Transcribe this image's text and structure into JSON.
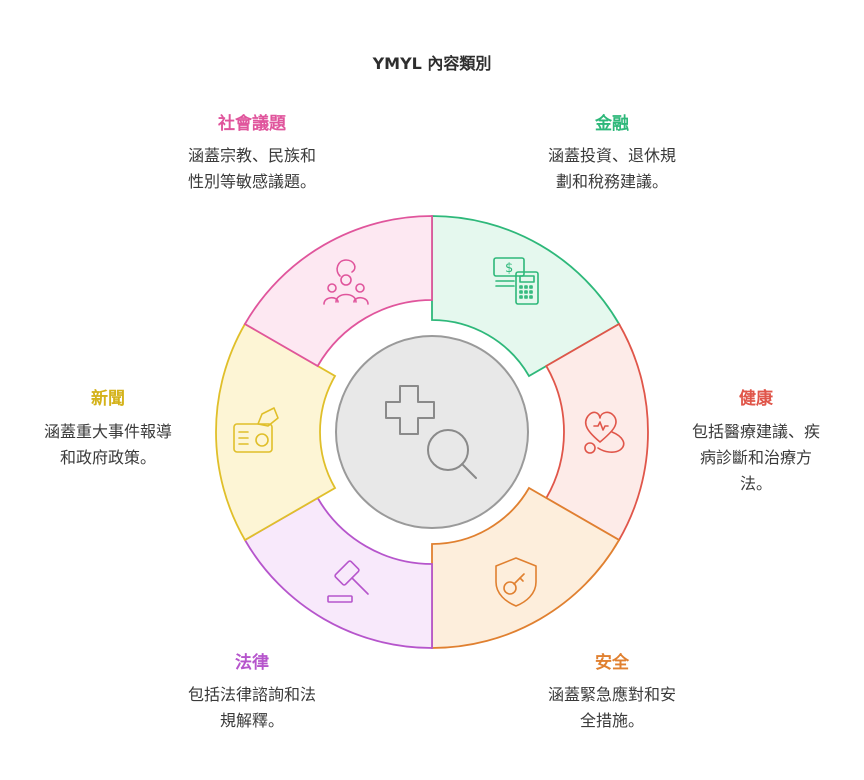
{
  "title": "YMYL 內容類別",
  "segments": [
    {
      "key": "finance",
      "label": "金融",
      "desc": [
        "涵蓋投資、退休規",
        "劃和稅務建議。"
      ],
      "color": "#2eb87a",
      "fill": "#e5f8ee",
      "icon": "money-calculator-icon"
    },
    {
      "key": "health",
      "label": "健康",
      "desc": [
        "包括醫療建議、疾",
        "病診斷和治療方",
        "法。"
      ],
      "color": "#e0564a",
      "fill": "#fdebe8",
      "icon": "heart-stethoscope-icon"
    },
    {
      "key": "safety",
      "label": "安全",
      "desc": [
        "涵蓋緊急應對和安",
        "全措施。"
      ],
      "color": "#e08030",
      "fill": "#fdeedc",
      "icon": "shield-key-icon"
    },
    {
      "key": "law",
      "label": "法律",
      "desc": [
        "包括法律諮詢和法",
        "規解釋。"
      ],
      "color": "#b655cc",
      "fill": "#f8e9fb",
      "icon": "gavel-icon"
    },
    {
      "key": "news",
      "label": "新聞",
      "desc": [
        "涵蓋重大事件報導",
        "和政府政策。"
      ],
      "color": "#e0bf2a",
      "fill": "#fdf5d5",
      "icon": "megaphone-icon"
    },
    {
      "key": "social",
      "label": "社會議題",
      "desc": [
        "涵蓋宗教、民族和",
        "性別等敏感議題。"
      ],
      "color": "#e0559c",
      "fill": "#fde8f2",
      "icon": "people-group-icon"
    }
  ],
  "center": {
    "icons": [
      "medical-cross-icon",
      "magnifier-icon"
    ],
    "fill": "#e8e8e8",
    "stroke": "#9a9a9a"
  }
}
